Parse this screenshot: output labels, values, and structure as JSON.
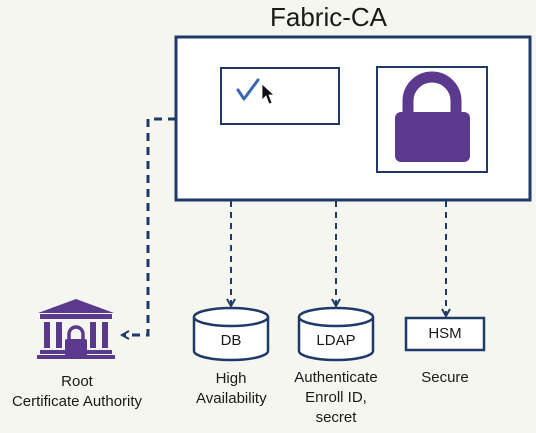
{
  "title": "Fabric-CA",
  "components": {
    "db": {
      "label": "DB",
      "caption": "High Availability",
      "caption_lines": [
        "High",
        "Availability"
      ]
    },
    "ldap": {
      "label": "LDAP",
      "caption": "Authenticate Enroll ID, secret",
      "caption_lines": [
        "Authenticate",
        "Enroll ID,",
        "secret"
      ]
    },
    "hsm": {
      "label": "HSM",
      "caption": "Secure",
      "caption_lines": [
        "Secure"
      ]
    }
  },
  "root_ca": {
    "caption_lines": [
      "Root",
      "Certificate Authority"
    ]
  },
  "icons": {
    "checkmark": "checkmark-icon",
    "cursor": "mouse-cursor-icon",
    "lock": "padlock-icon",
    "bank_lock": "bank-padlock-icon"
  },
  "colors": {
    "navy": "#1f3a68",
    "purple": "#5b3a8e",
    "check_blue": "#3a6ab0",
    "background": "#f6f6f0"
  }
}
